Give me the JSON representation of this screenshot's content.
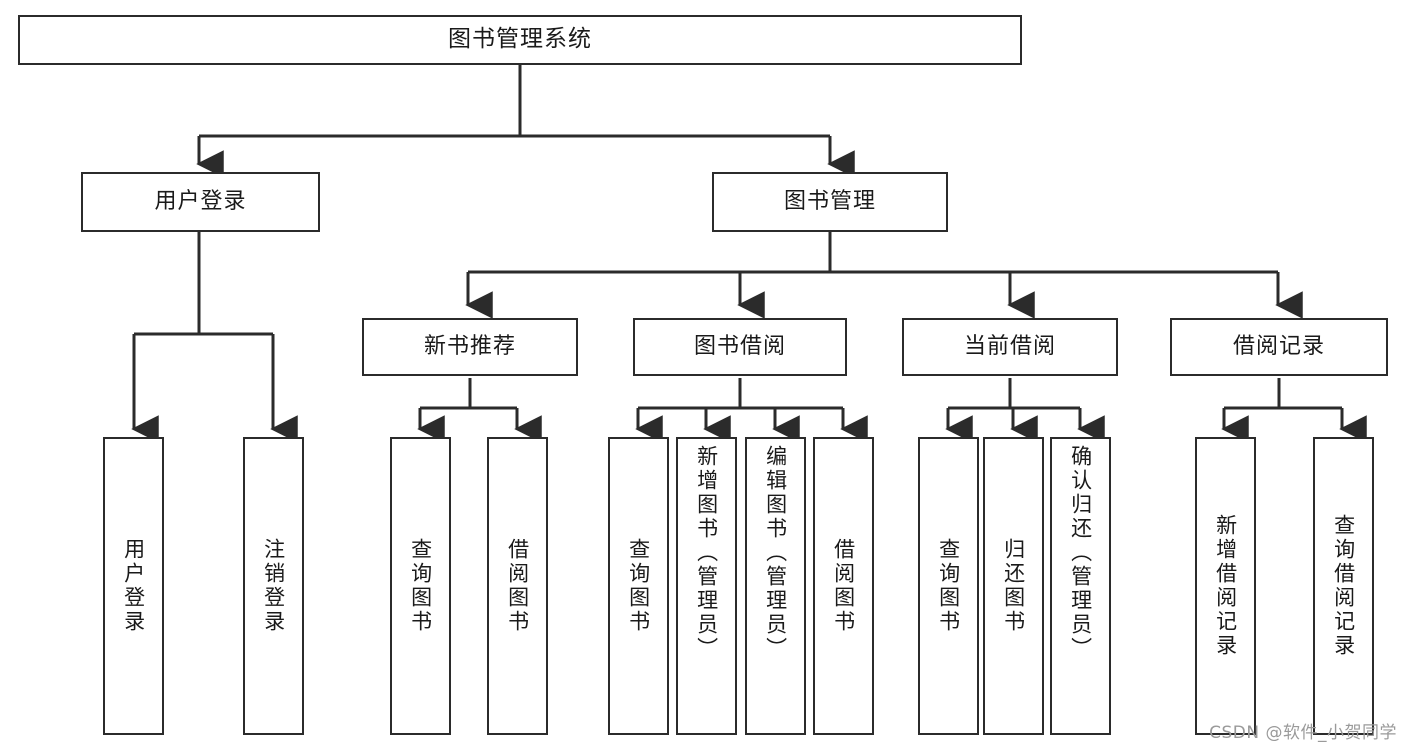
{
  "diagram": {
    "title": "图书管理系统",
    "type": "tree-hierarchy",
    "stroke_color": "#2b2b2b",
    "background_color": "#ffffff",
    "root": {
      "id": "root",
      "label": "图书管理系统"
    },
    "level1": [
      {
        "id": "user-login",
        "label": "用户登录"
      },
      {
        "id": "book-manage",
        "label": "图书管理"
      }
    ],
    "level2": [
      {
        "id": "new-book-recommend",
        "label": "新书推荐",
        "parent": "book-manage"
      },
      {
        "id": "book-borrow",
        "label": "图书借阅",
        "parent": "book-manage"
      },
      {
        "id": "current-borrow",
        "label": "当前借阅",
        "parent": "book-manage"
      },
      {
        "id": "borrow-record",
        "label": "借阅记录",
        "parent": "book-manage"
      }
    ],
    "leaves": [
      {
        "id": "leaf-user-login",
        "label": "用户登录",
        "parent": "user-login"
      },
      {
        "id": "leaf-logout",
        "label": "注销登录",
        "parent": "user-login"
      },
      {
        "id": "leaf-query-book-rec",
        "label": "查询图书",
        "parent": "new-book-recommend"
      },
      {
        "id": "leaf-borrow-book-rec",
        "label": "借阅图书",
        "parent": "new-book-recommend"
      },
      {
        "id": "leaf-query-book-borrow",
        "label": "查询图书",
        "parent": "book-borrow"
      },
      {
        "id": "leaf-add-book",
        "label": "新增图书（管理员）",
        "parent": "book-borrow"
      },
      {
        "id": "leaf-edit-book",
        "label": "编辑图书（管理员）",
        "parent": "book-borrow"
      },
      {
        "id": "leaf-borrow-book",
        "label": "借阅图书",
        "parent": "book-borrow"
      },
      {
        "id": "leaf-query-book-cur",
        "label": "查询图书",
        "parent": "current-borrow"
      },
      {
        "id": "leaf-return-book",
        "label": "归还图书",
        "parent": "current-borrow"
      },
      {
        "id": "leaf-confirm-return",
        "label": "确认归还（管理员）",
        "parent": "current-borrow"
      },
      {
        "id": "leaf-add-record",
        "label": "新增借阅记录",
        "parent": "borrow-record"
      },
      {
        "id": "leaf-query-record",
        "label": "查询借阅记录",
        "parent": "borrow-record"
      }
    ]
  },
  "watermark": {
    "text": "CSDN @软件_小贺同学"
  }
}
